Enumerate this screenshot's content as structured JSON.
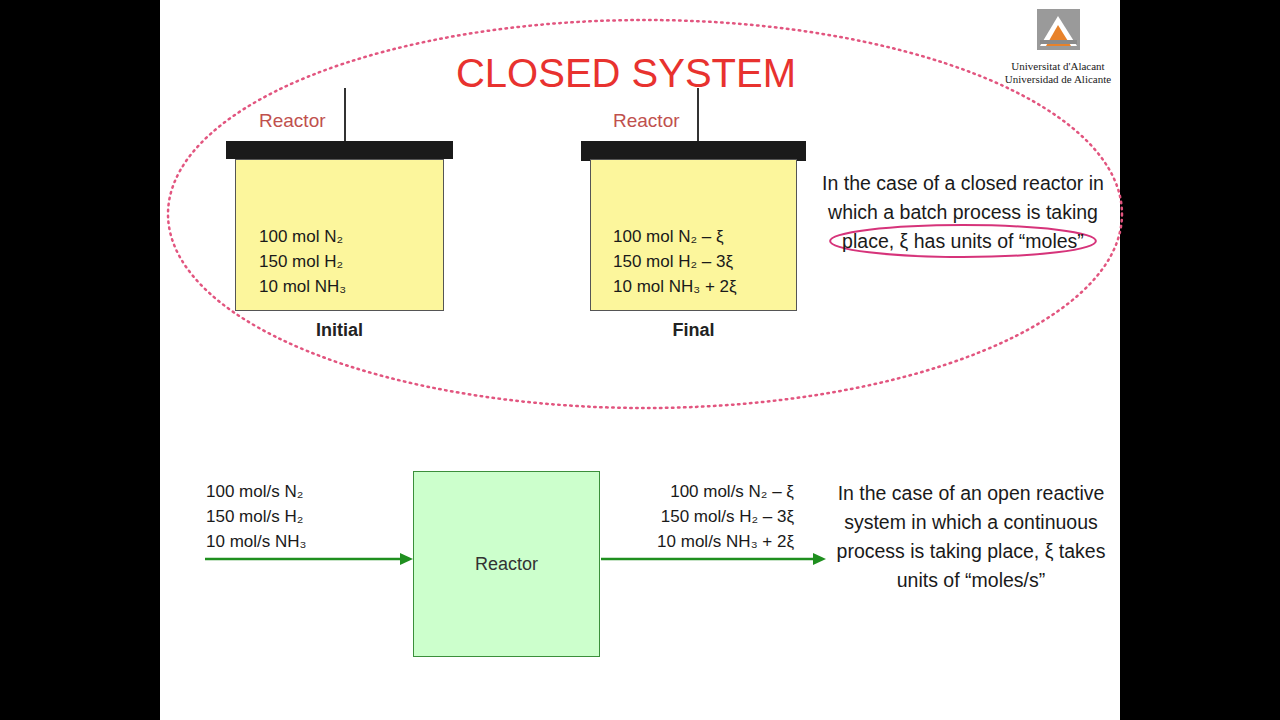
{
  "diagram": {
    "title": "CLOSED SYSTEM",
    "nodes": [
      {
        "text": [
          "Reactor",
          "100 mol N₂",
          "150 mol H₂",
          "10 mol NH₃",
          "Initial"
        ]
      },
      {
        "text": [
          "Reactor",
          "100 mol N₂ – ξ",
          "150 mol H₂ – 3ξ",
          "10 mol NH₃ + 2ξ",
          "Final"
        ]
      },
      {
        "text": [
          "Reactor"
        ]
      }
    ],
    "labels": [
      "Universitat d'Alacant",
      "Universidad de Alicante",
      "In the case of a closed reactor in which a batch process is taking place, ξ has units of “moles”",
      "100 mol/s N₂",
      "150 mol/s H₂",
      "10 mol/s NH₃",
      "100 mol/s N₂ – ξ",
      "150 mol/s H₂ – 3ξ",
      "10 mol/s NH₃ + 2ξ",
      "In the case of an open reactive system in which a continuous process is taking place, ξ takes units of “moles/s”"
    ]
  }
}
